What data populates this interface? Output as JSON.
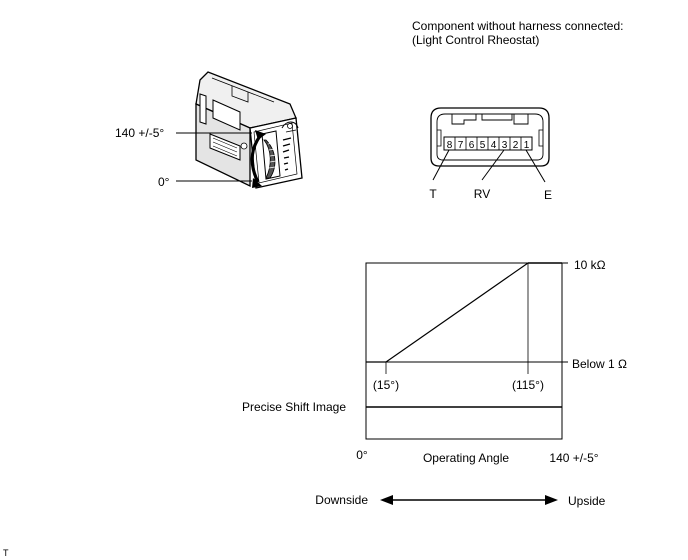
{
  "connector_caption": {
    "line1": "Component without harness connected:",
    "line2": "(Light Control Rheostat)"
  },
  "switch_labels": {
    "max_angle": "140 +/-5°",
    "zero_angle": "0°"
  },
  "connector": {
    "pins": [
      "8",
      "7",
      "6",
      "5",
      "4",
      "3",
      "2",
      "1"
    ],
    "terminal_labels": [
      "T",
      "RV",
      "E"
    ]
  },
  "graph": {
    "resistance_max": "10 kΩ",
    "resistance_min": "Below 1 Ω",
    "angle_start": "(15°)",
    "angle_end": "(115°)",
    "row_label": "Precise Shift Image",
    "x_axis_min": "0°",
    "x_axis_title": "Operating Angle",
    "x_axis_max": "140 +/-5°"
  },
  "direction": {
    "left": "Downside",
    "right": "Upside"
  },
  "footer_mark": "T"
}
